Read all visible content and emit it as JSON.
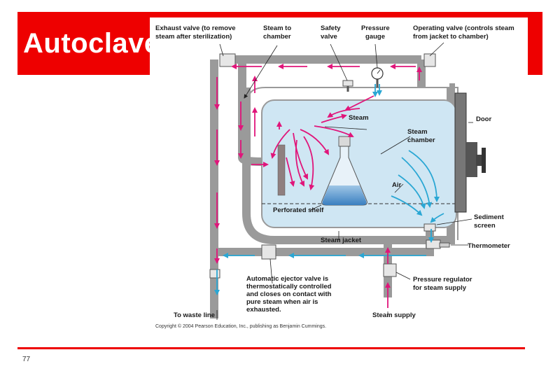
{
  "slide": {
    "title": "Autoclave",
    "page_number": "77"
  },
  "diagram": {
    "labels": {
      "exhaust_valve_1": "Exhaust valve (to remove",
      "exhaust_valve_2": "steam after sterilization)",
      "steam_to_chamber_1": "Steam to",
      "steam_to_chamber_2": "chamber",
      "safety_valve_1": "Safety",
      "safety_valve_2": "valve",
      "pressure_gauge_1": "Pressure",
      "pressure_gauge_2": "gauge",
      "operating_valve_1": "Operating valve (controls steam",
      "operating_valve_2": "from jacket to chamber)",
      "steam": "Steam",
      "steam_chamber_1": "Steam",
      "steam_chamber_2": "chamber",
      "door": "Door",
      "air": "Air",
      "perforated_shelf": "Perforated shelf",
      "sediment_screen_1": "Sediment",
      "sediment_screen_2": "screen",
      "steam_jacket": "Steam jacket",
      "thermometer": "Thermometer",
      "ejector_1": "Automatic ejector valve is",
      "ejector_2": "thermostatically controlled",
      "ejector_3": "and closes on contact with",
      "ejector_4": "pure steam when air is",
      "ejector_5": "exhausted.",
      "pressure_regulator_1": "Pressure regulator",
      "pressure_regulator_2": "for steam supply",
      "to_waste_line": "To waste line",
      "steam_supply": "Steam supply"
    },
    "copyright": "Copyright © 2004 Pearson Education, Inc., publishing as Benjamin Cummings.",
    "colors": {
      "title_bar": "#ee0000",
      "steam_arrows": "#e0157a",
      "air_arrows": "#2aa7d4",
      "chamber_fill": "#cfe6f3",
      "jacket_outline": "#9a9a9a"
    }
  }
}
